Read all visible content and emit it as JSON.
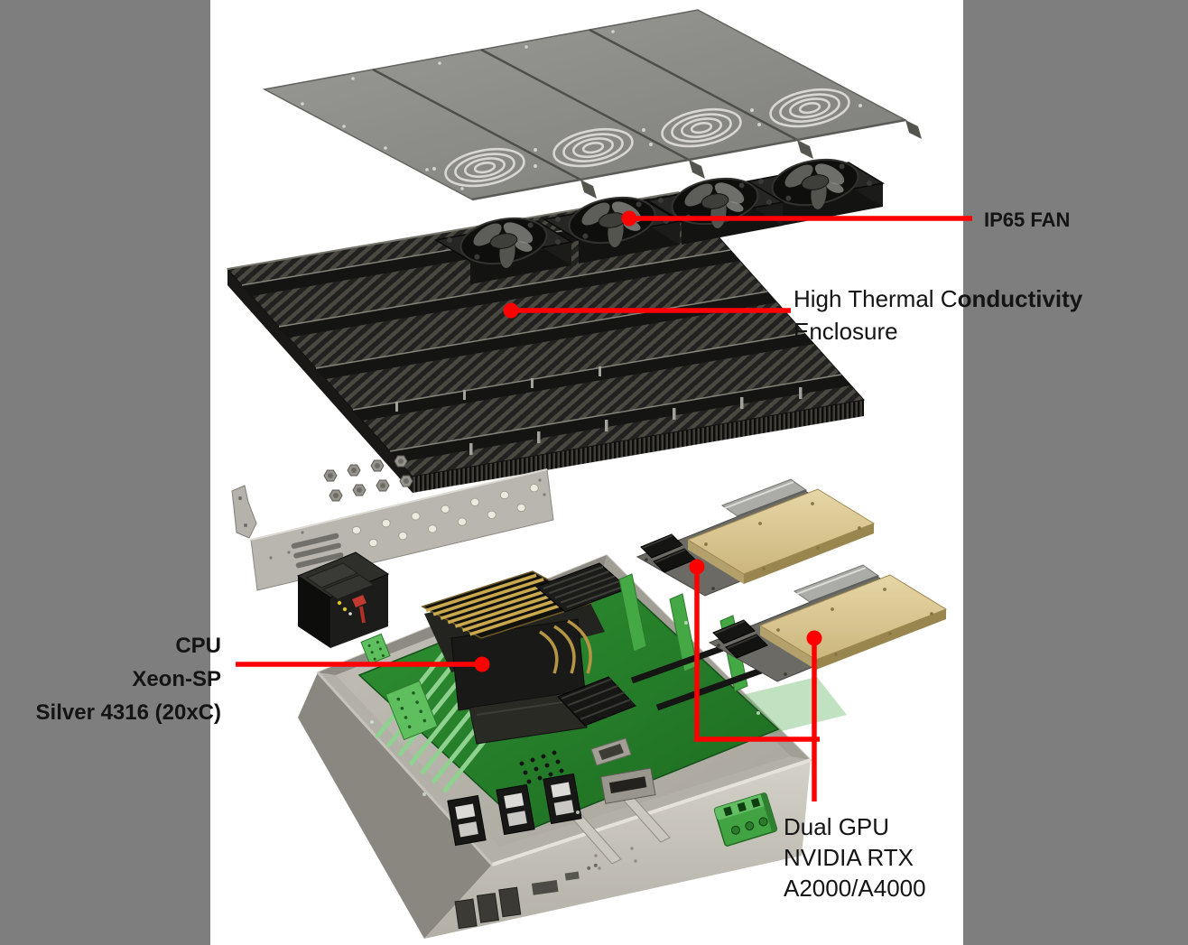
{
  "scene": {
    "type": "exploded-view-diagram",
    "parts": [
      "top-cover-with-fan-grilles",
      "ip65-fan-row",
      "finned-thermal-enclosure",
      "mounting-screws",
      "mounting-bracket",
      "power-module",
      "motherboard-with-cpu-heatsink",
      "dual-gpu-modules",
      "chassis-with-terminal-block"
    ]
  },
  "callouts": {
    "fan": {
      "label": "IP65 FAN"
    },
    "enclosure": {
      "line1_regular": "High Thermal C",
      "line1_bold": "onductivity",
      "line2": "Enclosure"
    },
    "cpu": {
      "lines": [
        "CPU",
        "Xeon-SP",
        "Silver 4316 (20xC)"
      ]
    },
    "gpu": {
      "lines": [
        "Dual GPU",
        "NVIDIA RTX",
        "A2000/A4000"
      ]
    }
  },
  "colors": {
    "callout_red": "#FF0000",
    "side_panel_gray": "#7E7E7E",
    "label_text": "#141414",
    "cover_gray": "#8C8C88",
    "heatsink_dark": "#2B2B29",
    "fan_black": "#1C1C1A",
    "chassis_metal": "#C5C2BA",
    "pcb_green": "#2F9133",
    "gpu_gold": "#D8C694",
    "terminal_green": "#41A341"
  }
}
